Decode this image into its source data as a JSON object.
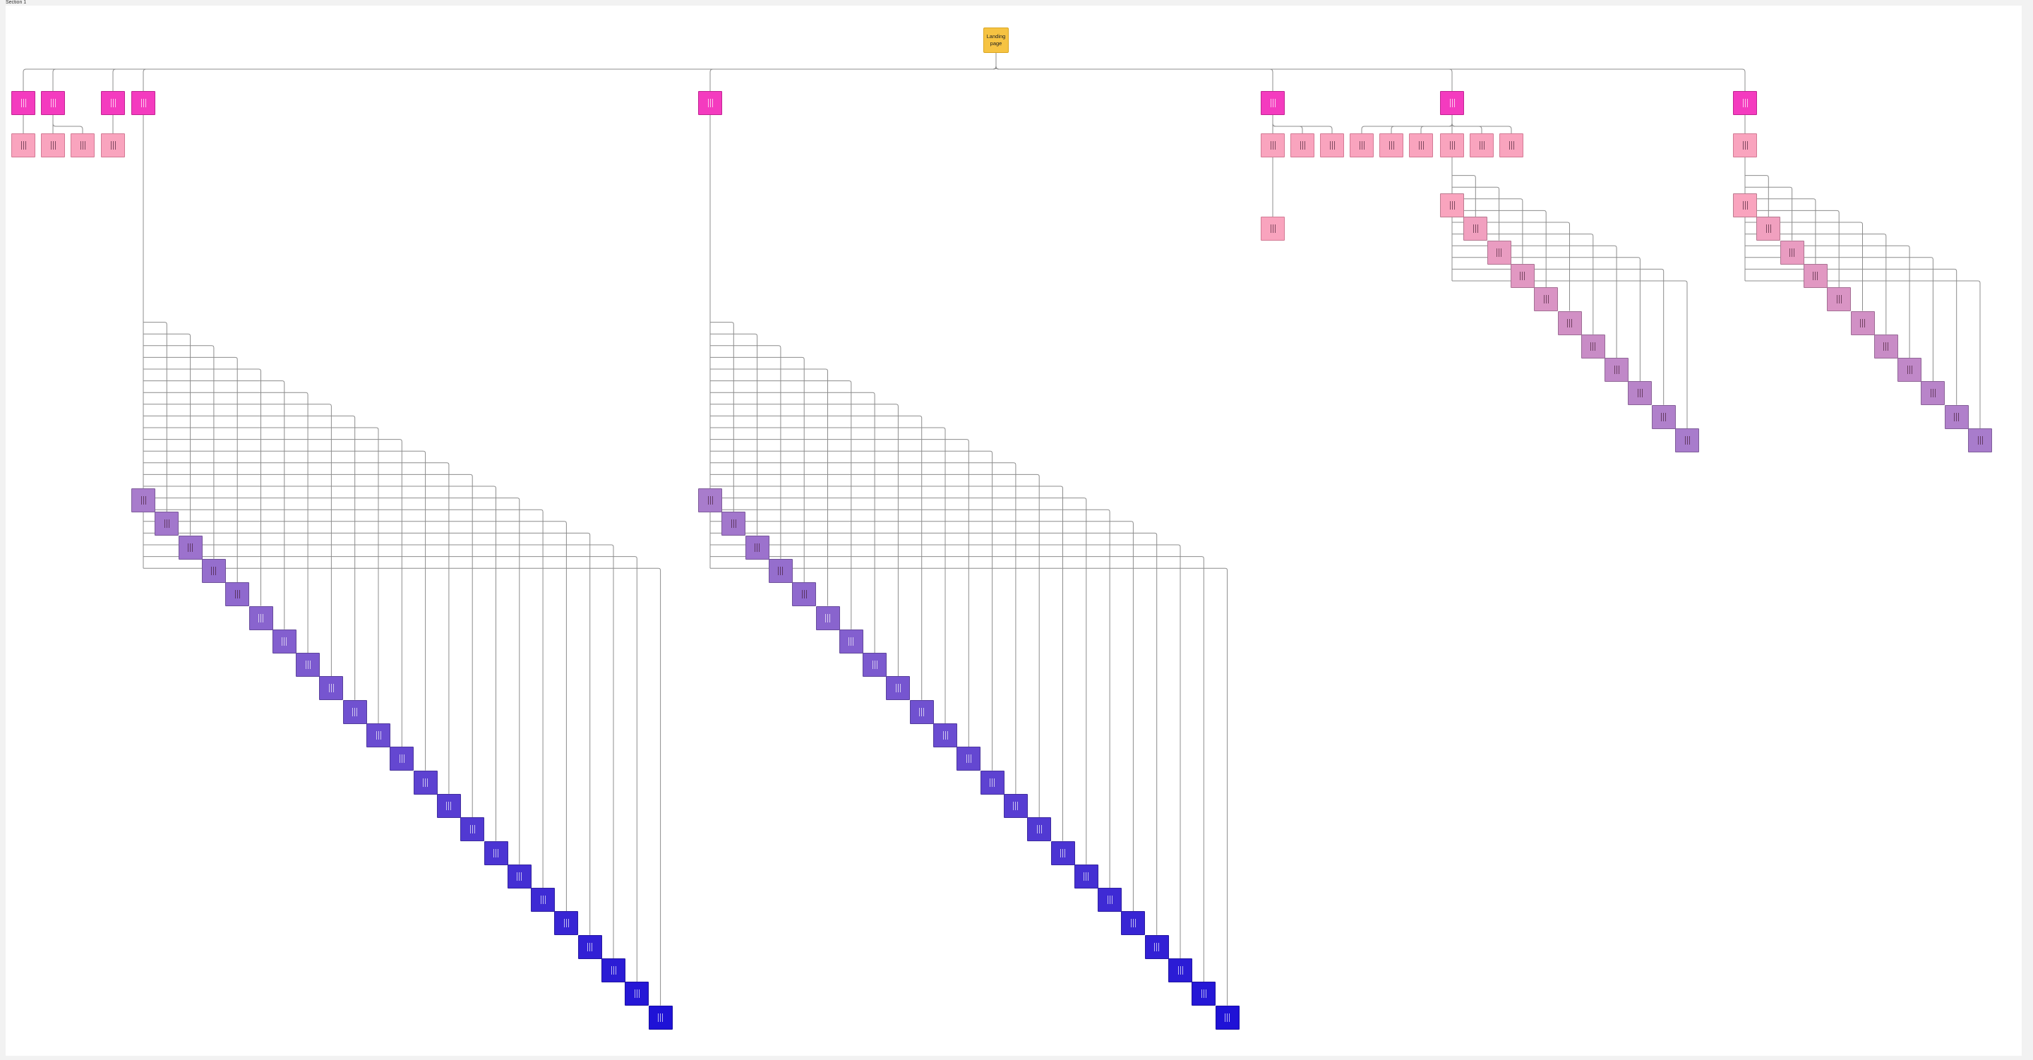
{
  "frame": {
    "label": "Section 1"
  },
  "root": {
    "label": "Landing page",
    "color": "#f6c342"
  },
  "colors": {
    "section": "#f43bbf",
    "section_border": "#c02592",
    "page": "#f9a4be",
    "page_border": "#d27a94",
    "connector": "#8c8c8c",
    "deep_gradient_start": "#a87ccc",
    "deep_gradient_end": "#1f12d6",
    "pink_gradient_start": "#f9a4be",
    "pink_gradient_end": "#a87ccc"
  },
  "branches": [
    {
      "id": "b1",
      "children": [
        "c1"
      ],
      "depth_chain": 0
    },
    {
      "id": "b2",
      "children": [
        "c1",
        "c2"
      ],
      "depth_chain": 0
    },
    {
      "id": "b3",
      "children": [
        "c1"
      ],
      "depth_chain": 0
    },
    {
      "id": "b4",
      "children": [],
      "depth_chain": 23
    },
    {
      "id": "b5",
      "children": [],
      "depth_chain": 23
    },
    {
      "id": "b6",
      "children": [
        "c1",
        "c2",
        "c3"
      ],
      "sub_child": "c1a",
      "depth_chain": 0
    },
    {
      "id": "b7",
      "children": [
        "c1",
        "c2",
        "c3",
        "c4",
        "c5",
        "c6"
      ],
      "depth_chain": 11
    },
    {
      "id": "b8",
      "children": [
        "c1"
      ],
      "depth_chain": 11
    }
  ]
}
